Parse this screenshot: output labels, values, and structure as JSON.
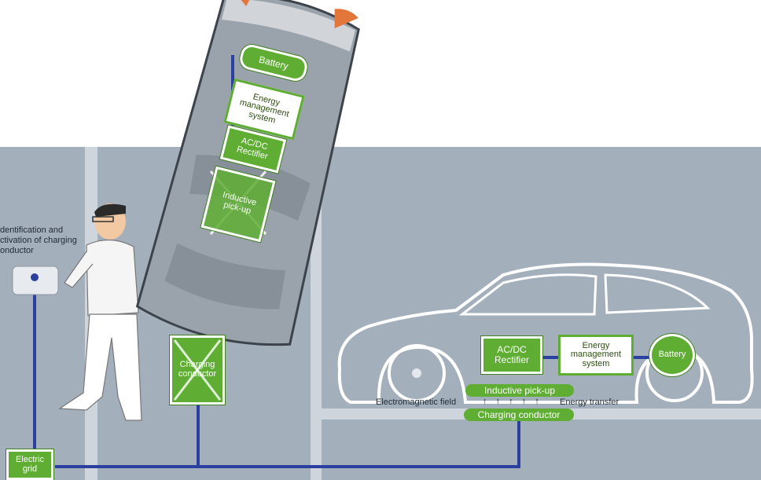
{
  "colors": {
    "ground": "#a4afbc",
    "road": "#ced5dd",
    "green": "#5fae33",
    "cable": "#2b3fa0",
    "car_body": "#9aa2ab",
    "orange": "#e2763b"
  },
  "top_car": {
    "battery": "Battery",
    "energy_management": "Energy management system",
    "rectifier": "AC/DC Rectifier",
    "pickup": "Inductive pick-up"
  },
  "charging_conductor_box": "Charging conductor",
  "user": {
    "annotation": "dentification and ctivation of charging onductor"
  },
  "grid": {
    "label": "Electric grid"
  },
  "side_car": {
    "rectifier": "AC/DC Rectifier",
    "energy_management": "Energy management system",
    "battery": "Battery",
    "pickup_strip": "Inductive pick-up",
    "field_label": "Electromagnetic field",
    "field_arrows": "↑ ↑ ↑ ↑ ↑",
    "transfer_label": "Energy transfer",
    "conductor_strip": "Charging conductor"
  },
  "icons": [
    "cross-icon",
    "arrow-up-icon"
  ]
}
